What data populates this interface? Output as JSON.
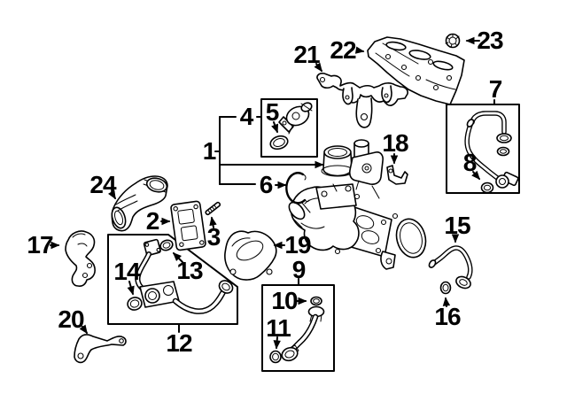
{
  "figure": {
    "type": "exploded-parts-diagram"
  },
  "colors": {
    "background": "#ffffff",
    "line": "#000000"
  },
  "callouts": [
    {
      "label": "1"
    },
    {
      "label": "2"
    },
    {
      "label": "3"
    },
    {
      "label": "4"
    },
    {
      "label": "5"
    },
    {
      "label": "6"
    },
    {
      "label": "7"
    },
    {
      "label": "8"
    },
    {
      "label": "9"
    },
    {
      "label": "10"
    },
    {
      "label": "11"
    },
    {
      "label": "12"
    },
    {
      "label": "13"
    },
    {
      "label": "14"
    },
    {
      "label": "15"
    },
    {
      "label": "16"
    },
    {
      "label": "17"
    },
    {
      "label": "18"
    },
    {
      "label": "19"
    },
    {
      "label": "20"
    },
    {
      "label": "21"
    },
    {
      "label": "22"
    },
    {
      "label": "23"
    },
    {
      "label": "24"
    }
  ]
}
